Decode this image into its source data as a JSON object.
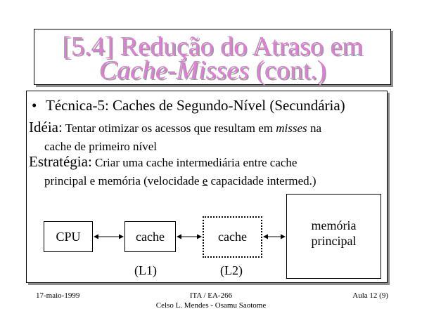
{
  "title": {
    "line1": "[5.4] Redução do Atraso em",
    "line2_italic": "Cache-Misses",
    "line2_rest": " (cont.)"
  },
  "content": {
    "bullet_symbol": "•",
    "bullet": "Técnica-5: Caches de Segundo-Nível (Secundária)",
    "ideia": {
      "key": "Idéia:",
      "text_before": " Tentar  otimizar os acessos que resultam em ",
      "text_italic": "misses",
      "text_after": " na",
      "line2": "cache de primeiro nível"
    },
    "estrategia": {
      "key": "Estratégia:",
      "text": " Criar uma cache intermediária entre cache",
      "line2_before": "principal e memória (velocidade ",
      "line2_underline": "e",
      "line2_after": " capacidade intermed.)"
    }
  },
  "diagram": {
    "cpu": "CPU",
    "cache1": "cache",
    "cache2": "cache",
    "memory_line1": "memória",
    "memory_line2": "principal",
    "label_l1": "(L1)",
    "label_l2": "(L2)"
  },
  "footer": {
    "date": "17-maio-1999",
    "center_line1": "ITA / EA-266",
    "center_line2": "Celso L. Mendes - Osamu Saotome",
    "page": "Aula 12 (9)"
  }
}
